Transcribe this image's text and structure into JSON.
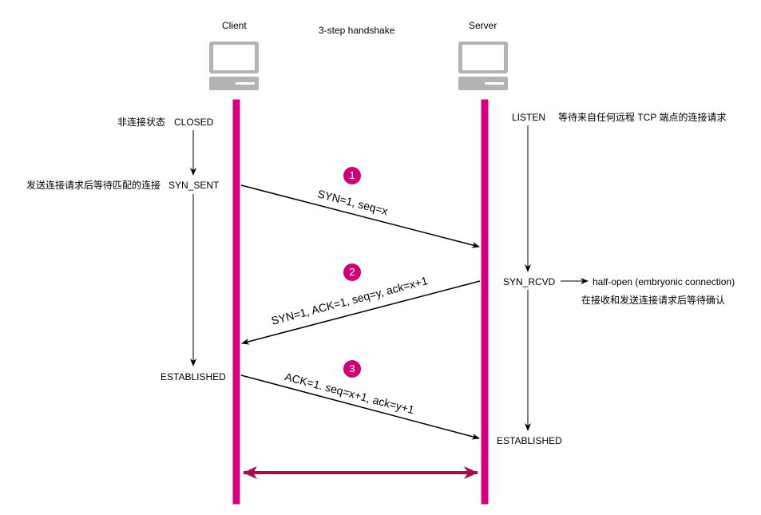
{
  "title": "3-step handshake",
  "colors": {
    "lifeline": "#d5007f",
    "step_badge": "#cc0077",
    "bidirectional_arrow": "#a50e4f",
    "computer_icon": "#b3b3b3",
    "arrow": "#000000"
  },
  "client": {
    "label": "Client",
    "icon": "computer-icon",
    "states": [
      {
        "note": "非连接状态",
        "state": "CLOSED"
      },
      {
        "note": "发送连接请求后等待匹配的连接",
        "state": "SYN_SENT"
      },
      {
        "note": "",
        "state": "ESTABLISHED"
      }
    ]
  },
  "server": {
    "label": "Server",
    "icon": "computer-icon",
    "states": [
      {
        "state": "LISTEN",
        "note": "等待来自任何远程 TCP 端点的连接请求"
      },
      {
        "state": "SYN_RCVD",
        "note": "half-open (embryonic connection)",
        "note2": "在接收和发送连接请求后等待确认"
      },
      {
        "state": "ESTABLISHED",
        "note": ""
      }
    ]
  },
  "messages": [
    {
      "step": "1",
      "text": "SYN=1, seq=x",
      "direction": "client-to-server"
    },
    {
      "step": "2",
      "text": "SYN=1, ACK=1, seq=y, ack=x+1",
      "direction": "server-to-client"
    },
    {
      "step": "3",
      "text": "ACK=1. seq=x+1, ack=y+1",
      "direction": "client-to-server"
    }
  ]
}
